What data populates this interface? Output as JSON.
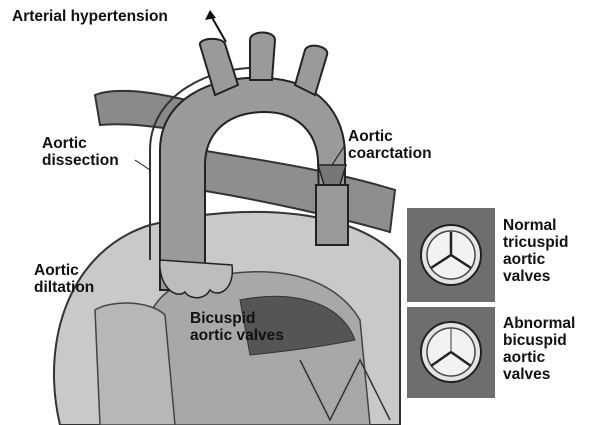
{
  "labels": {
    "arterial_hypertension": "Arterial hypertension",
    "aortic_dissection": "Aortic\ndissection",
    "aortic_coarctation": "Aortic\ncoarctation",
    "aortic_diltation": "Aortic\ndiltation",
    "bicuspid_aortic_valves": "Bicuspid\naortic valves",
    "normal_tricuspid": "Normal\ntricuspid\naortic\nvalves",
    "abnormal_bicuspid": "Abnormal\nbicuspid\naortic\nvalves"
  },
  "colors": {
    "background": "#ffffff",
    "aorta_fill": "#9a9a9a",
    "heart_fill": "#c9c9c9",
    "panel_fill": "#6e6e6e",
    "text": "#111111"
  }
}
